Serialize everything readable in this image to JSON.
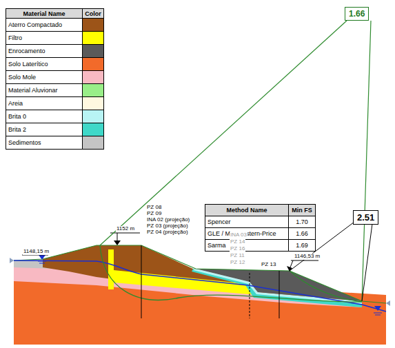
{
  "diagram": {
    "nodes": [
      {
        "text": [
          "1.66"
        ]
      },
      {
        "text": [
          "2.51"
        ]
      }
    ],
    "labels": [
      "Material Name",
      "Color",
      "Method Name",
      "Min FS",
      "Spencer",
      "1.70",
      "GLE / Morgenstern-Price",
      "1.66",
      "Sarma",
      "1.69",
      "1148,15 m",
      "1152 m",
      "PZ 08",
      "PZ 09",
      "INA 02 (projeção)",
      "PZ 03 (projeção)",
      "PZ 04 (projeção)",
      "INA 03",
      "PZ 14",
      "PZ 16",
      "PZ 11",
      "PZ 12",
      "PZ 13",
      "1146,53 m"
    ],
    "legend": [
      {
        "text": "Aterro Compactado",
        "color": "#9c5418"
      },
      {
        "text": "Filtro",
        "color": "#ffff00"
      },
      {
        "text": "Enrocamento",
        "color": "#5a5a5a"
      },
      {
        "text": "Solo Laterítico",
        "color": "#f26a2a"
      },
      {
        "text": "Solo Mole",
        "color": "#f8b9c2"
      },
      {
        "text": "Material Aluvionar",
        "color": "#99ee88"
      },
      {
        "text": "Areia",
        "color": "#fff8e0"
      },
      {
        "text": "Brita 0",
        "color": "#b8f4f4"
      },
      {
        "text": "Brita 2",
        "color": "#3fd8c8"
      },
      {
        "text": "Sedimentos",
        "color": "#c4c4c4"
      }
    ]
  }
}
